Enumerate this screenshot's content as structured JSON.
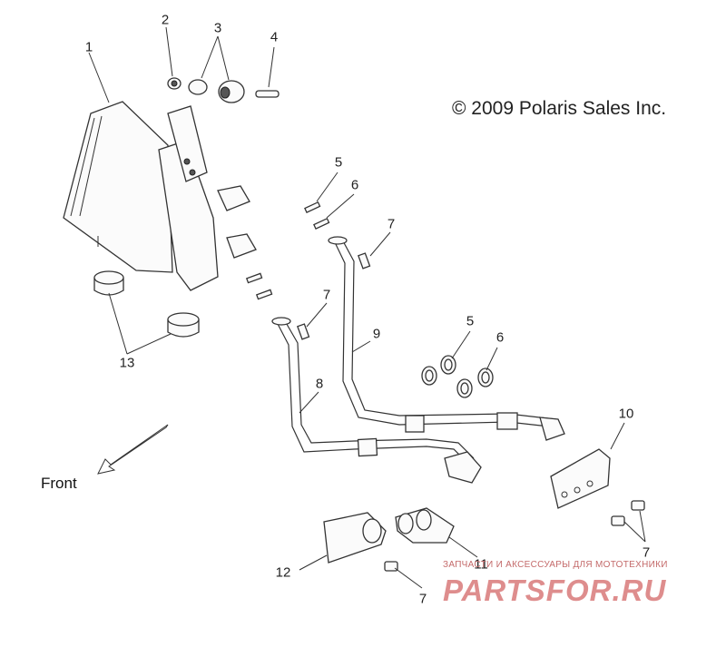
{
  "diagram": {
    "copyright": "© 2009 Polaris Sales Inc.",
    "front_label": "Front",
    "callouts": [
      "1",
      "2",
      "3",
      "4",
      "5",
      "6",
      "7",
      "7",
      "8",
      "9",
      "5",
      "6",
      "10",
      "7",
      "12",
      "11",
      "7",
      "13"
    ]
  },
  "watermark": {
    "tagline": "ЗАПЧАСТИ И АКСЕССУАРЫ ДЛЯ МОТОТЕХНИКИ",
    "brand": "PARTSFOR.RU"
  },
  "colors": {
    "line": "#333333",
    "watermark": "#d97a7a"
  }
}
